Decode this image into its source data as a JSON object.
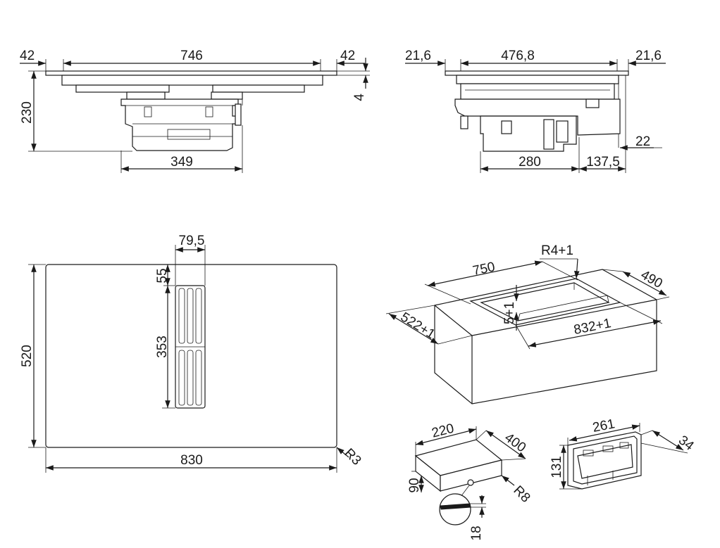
{
  "side_view": {
    "left_margin": "42",
    "width": "746",
    "right_margin": "42",
    "glass": "4",
    "height": "230",
    "motor_width": "349"
  },
  "front_view": {
    "left_margin": "21,6",
    "width": "476,8",
    "right_margin": "21,6",
    "bottom": "22",
    "motor_width": "280",
    "offset": "137,5"
  },
  "top_view": {
    "grille_width": "79,5",
    "grille_offset": "55",
    "grille_length": "353",
    "depth": "520",
    "width": "830",
    "radius": "R3"
  },
  "cutout": {
    "radius": "R4+1",
    "inner_width": "750",
    "depth": "490",
    "rebate": "5+1",
    "outer_depth": "522+1",
    "outer_width": "832+1"
  },
  "duct": {
    "width": "220",
    "length": "400",
    "height": "90",
    "radius": "R8",
    "detail": "18"
  },
  "adapter": {
    "width": "261",
    "depth": "34",
    "height": "131"
  }
}
